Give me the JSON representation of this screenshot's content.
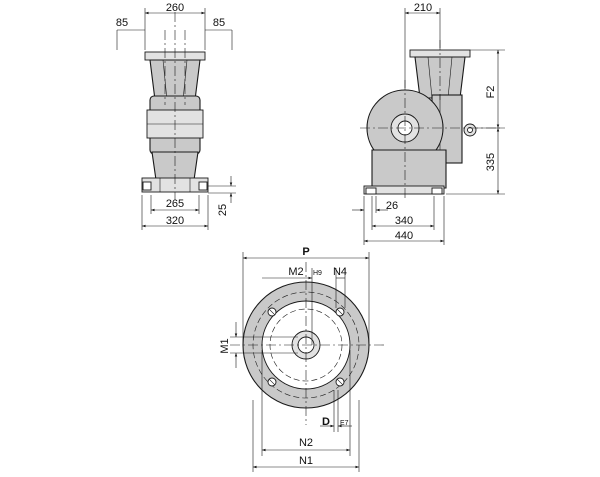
{
  "front_view": {
    "dim_top_left": "85",
    "dim_top_center": "260",
    "dim_top_right": "85",
    "dim_foot_inner": "265",
    "dim_foot_outer": "320",
    "dim_foot_height": "25"
  },
  "side_view": {
    "dim_flange_offset": "210",
    "dim_upper_height": "F2",
    "dim_lower_height": "335",
    "dim_foot_thickness": "26",
    "dim_foot_spacing": "340",
    "dim_overall_length": "440"
  },
  "flange_view": {
    "label_p": "P",
    "label_m2": "M2",
    "label_h9": "H9",
    "label_n4": "N4",
    "label_m1": "M1",
    "label_d": "D",
    "label_e7": "E7",
    "label_n2": "N2",
    "label_n1": "N1"
  }
}
